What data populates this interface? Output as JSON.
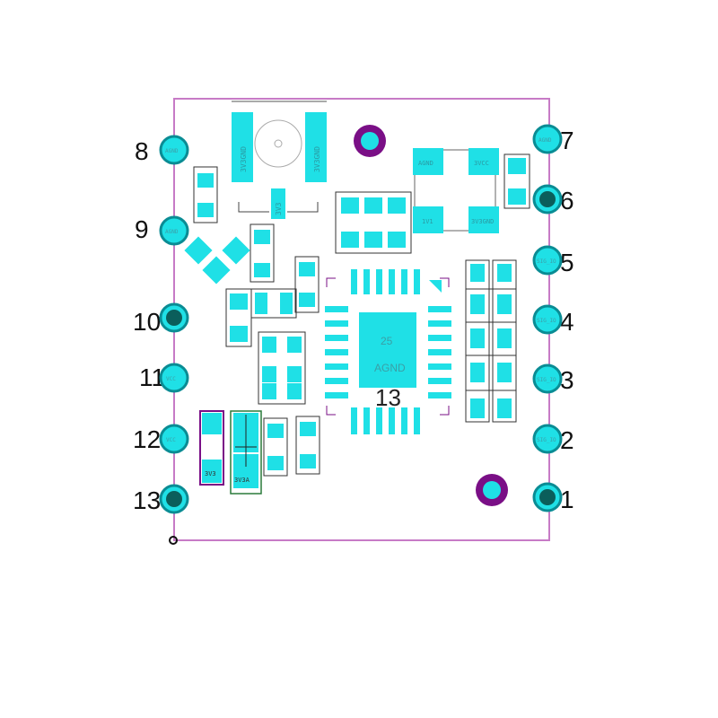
{
  "board": {
    "outline_color": "#c77bc6",
    "pad_color": "#1fe0e6",
    "via_color": "#7a0f86"
  },
  "left_pins": [
    {
      "num": "8",
      "net": "AGND"
    },
    {
      "num": "9",
      "net": "AGND"
    },
    {
      "num": "10",
      "net": ""
    },
    {
      "num": "11",
      "net": "VCC"
    },
    {
      "num": "12",
      "net": "VCC"
    },
    {
      "num": "13",
      "net": ""
    }
  ],
  "right_pins": [
    {
      "num": "7",
      "net": "AGND"
    },
    {
      "num": "6",
      "net": ""
    },
    {
      "num": "5",
      "net": "SIG_IO"
    },
    {
      "num": "4",
      "net": "SIG_IO"
    },
    {
      "num": "3",
      "net": "SIG_IO"
    },
    {
      "num": "2",
      "net": "SIG_IO"
    },
    {
      "num": "1",
      "net": ""
    }
  ],
  "ic": {
    "center_top": "25",
    "center_bottom": "AGND",
    "designator": "13"
  },
  "labels": {
    "cap_left": "3V3GND",
    "cap_right": "3V3GND",
    "cap_mid": "3V3",
    "quad_tl": "AGND",
    "quad_tr": "3VCC",
    "quad_bl": "1V1",
    "quad_br": "3V3GND",
    "part_a": "3V3",
    "part_b": "3V3A"
  }
}
